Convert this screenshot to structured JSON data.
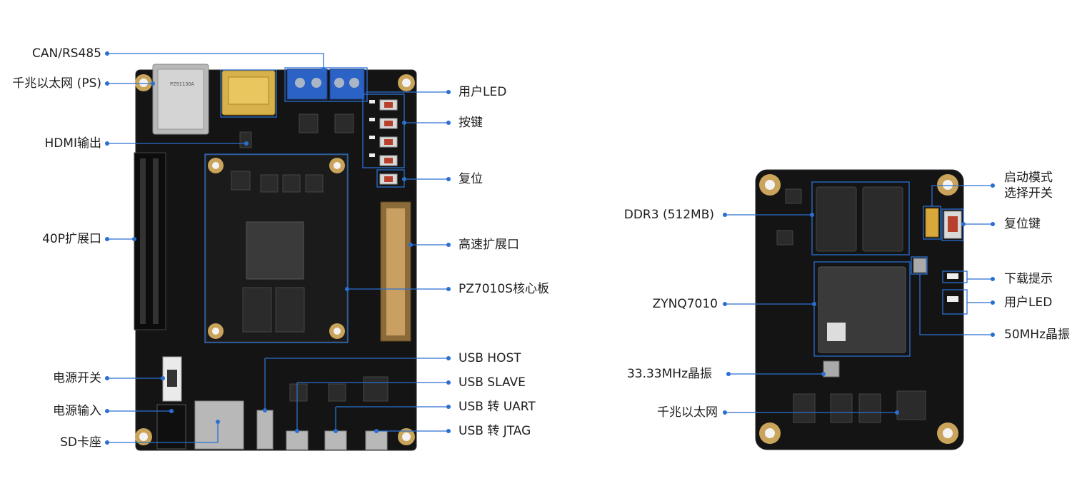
{
  "left_board": {
    "labels_left": [
      {
        "id": "can",
        "text": "CAN/RS485"
      },
      {
        "id": "eth",
        "text": "千兆以太网 (PS)"
      },
      {
        "id": "hdmi",
        "text": "HDMI输出"
      },
      {
        "id": "exp40",
        "text": "40P扩展口"
      },
      {
        "id": "pwrsw",
        "text": "电源开关"
      },
      {
        "id": "pwrin",
        "text": "电源输入"
      },
      {
        "id": "sd",
        "text": "SD卡座"
      }
    ],
    "labels_right": [
      {
        "id": "led",
        "text": "用户LED"
      },
      {
        "id": "key",
        "text": "按键"
      },
      {
        "id": "rst",
        "text": "复位"
      },
      {
        "id": "hsexp",
        "text": "高速扩展口"
      },
      {
        "id": "core",
        "text": "PZ7010S核心板"
      },
      {
        "id": "usbhost",
        "text": "USB HOST"
      },
      {
        "id": "usbslave",
        "text": "USB SLAVE"
      },
      {
        "id": "usbuart",
        "text": "USB 转 UART"
      },
      {
        "id": "usbjtag",
        "text": "USB 转 JTAG"
      }
    ]
  },
  "right_board": {
    "labels_left": [
      {
        "id": "ddr3",
        "text": "DDR3 (512MB)"
      },
      {
        "id": "zynq",
        "text": "ZYNQ7010"
      },
      {
        "id": "xtal33",
        "text": "33.33MHz晶振"
      },
      {
        "id": "geth",
        "text": "千兆以太网"
      }
    ],
    "labels_right": [
      {
        "id": "boot",
        "text": "启动模式\n选择开关"
      },
      {
        "id": "rstkey",
        "text": "复位键"
      },
      {
        "id": "dl",
        "text": "下载提示"
      },
      {
        "id": "uled",
        "text": "用户LED"
      },
      {
        "id": "xtal50",
        "text": "50MHz晶振"
      }
    ]
  }
}
